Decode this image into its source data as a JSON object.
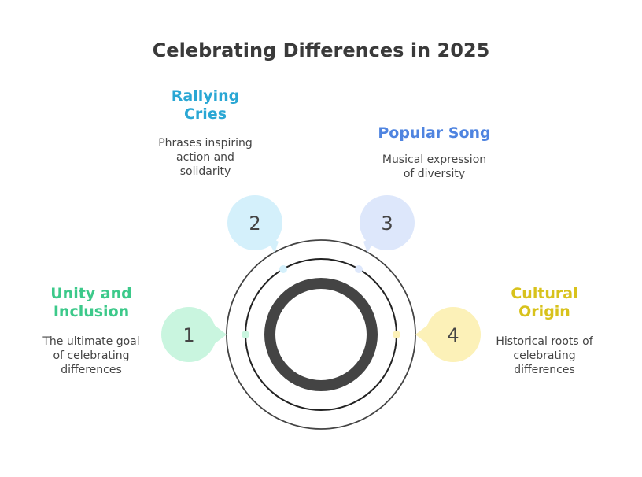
{
  "title": "Celebrating Differences in 2025",
  "items": [
    {
      "number": "1",
      "title_line1": "Unity and",
      "title_line2": "Inclusion",
      "desc_line1": "The ultimate goal",
      "desc_line2": "of celebrating",
      "desc_line3": "differences",
      "color": "#3cc98a",
      "bubble": "#c9f5df"
    },
    {
      "number": "2",
      "title_line1": "Rallying",
      "title_line2": "Cries",
      "desc_line1": "Phrases inspiring",
      "desc_line2": "action and",
      "desc_line3": "solidarity",
      "color": "#2aa7d4",
      "bubble": "#d4f0fb"
    },
    {
      "number": "3",
      "title_line1": "Popular Song",
      "title_line2": "",
      "desc_line1": "Musical expression",
      "desc_line2": "of diversity",
      "desc_line3": "",
      "color": "#4f84e0",
      "bubble": "#dde7fb"
    },
    {
      "number": "4",
      "title_line1": "Cultural",
      "title_line2": "Origin",
      "desc_line1": "Historical roots of",
      "desc_line2": "celebrating",
      "desc_line3": "differences",
      "color": "#d8c21c",
      "bubble": "#fcf1b8"
    }
  ]
}
